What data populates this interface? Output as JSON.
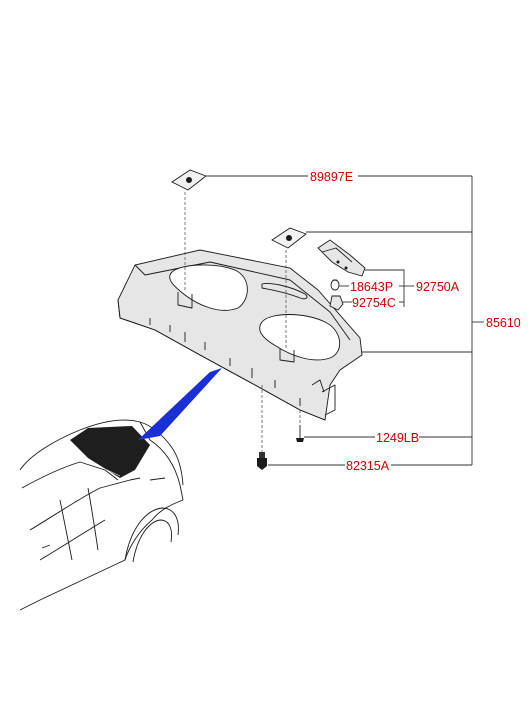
{
  "labels": {
    "p89897e": "89897E",
    "p92750a": "92750A",
    "p18643p": "18643P",
    "p92754c": "92754C",
    "p85610": "85610",
    "p1249lb": "1249LB",
    "p82315a": "82315A"
  },
  "colors": {
    "label": "#d10000",
    "line": "#333333",
    "highlight": "#1a2fd6"
  }
}
